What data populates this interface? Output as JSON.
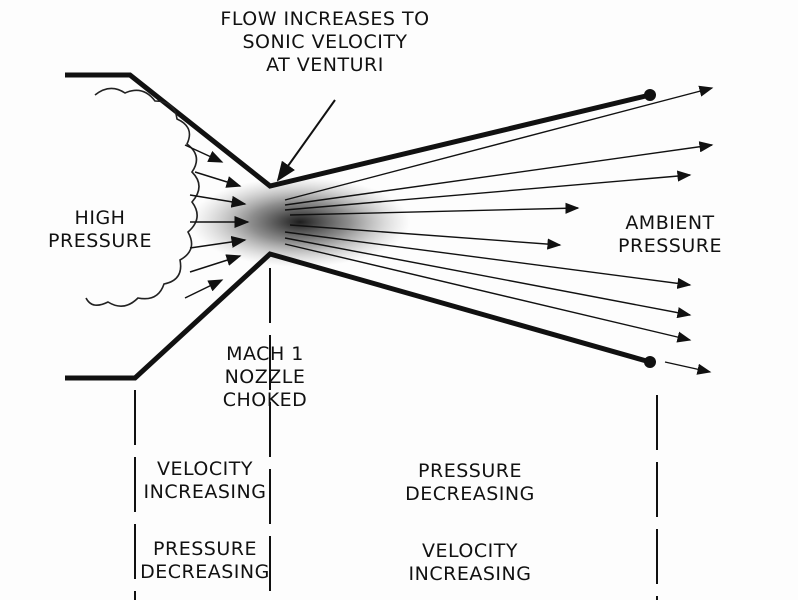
{
  "title_annotation": [
    "FLOW INCREASES TO",
    "SONIC VELOCITY",
    "AT VENTURI"
  ],
  "high_pressure": [
    "HIGH",
    "PRESSURE"
  ],
  "ambient_pressure": [
    "AMBIENT",
    "PRESSURE"
  ],
  "throat_label": [
    "MACH 1",
    "NOZZLE",
    "CHOKED"
  ],
  "converging_section": {
    "line1": [
      "VELOCITY",
      "INCREASING"
    ],
    "line2": [
      "PRESSURE",
      "DECREASING"
    ]
  },
  "diverging_section": {
    "line1": [
      "PRESSURE",
      "DECREASING"
    ],
    "line2": [
      "VELOCITY",
      "INCREASING"
    ]
  },
  "colors": {
    "ink": "#111111",
    "background": "#fdfdfd"
  }
}
